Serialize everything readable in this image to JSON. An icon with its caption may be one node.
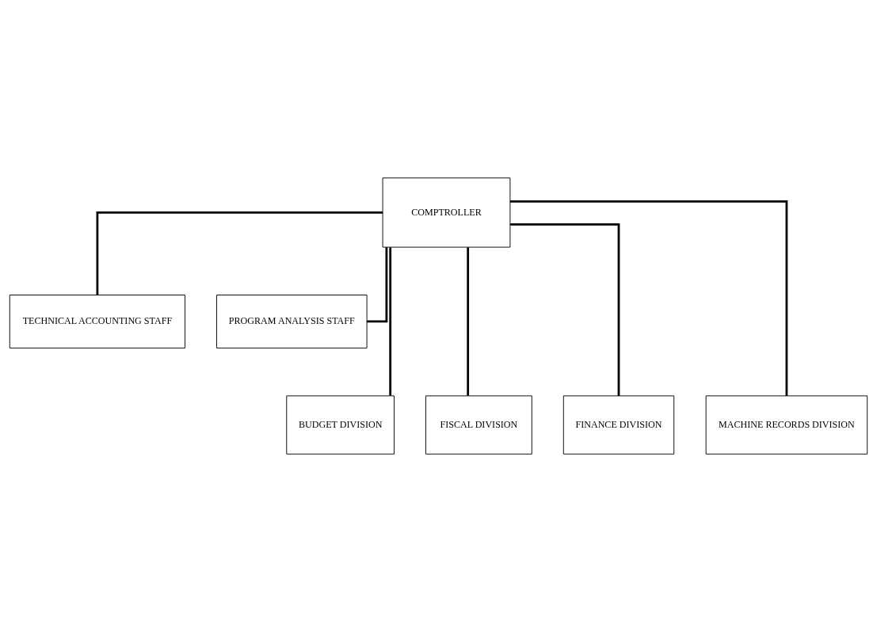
{
  "diagram": {
    "nodes": [
      {
        "text": [
          "COMPTROLLER"
        ]
      },
      {
        "text": [
          "TECHNICAL ACCOUNTING STAFF"
        ]
      },
      {
        "text": [
          "PROGRAM ANALYSIS STAFF"
        ]
      },
      {
        "text": [
          "BUDGET DIVISION"
        ]
      },
      {
        "text": [
          "FISCAL DIVISION"
        ]
      },
      {
        "text": [
          "FINANCE DIVISION"
        ]
      },
      {
        "text": [
          "MACHINE RECORDS DIVISION"
        ]
      }
    ],
    "edges": [
      {
        "from": 0,
        "to": 1,
        "arrow": "none"
      },
      {
        "from": 0,
        "to": 2,
        "arrow": "none"
      },
      {
        "from": 0,
        "to": 3,
        "arrow": "none"
      },
      {
        "from": 0,
        "to": 4,
        "arrow": "none"
      },
      {
        "from": 0,
        "to": 5,
        "arrow": "none"
      },
      {
        "from": 0,
        "to": 6,
        "arrow": "none"
      }
    ]
  }
}
